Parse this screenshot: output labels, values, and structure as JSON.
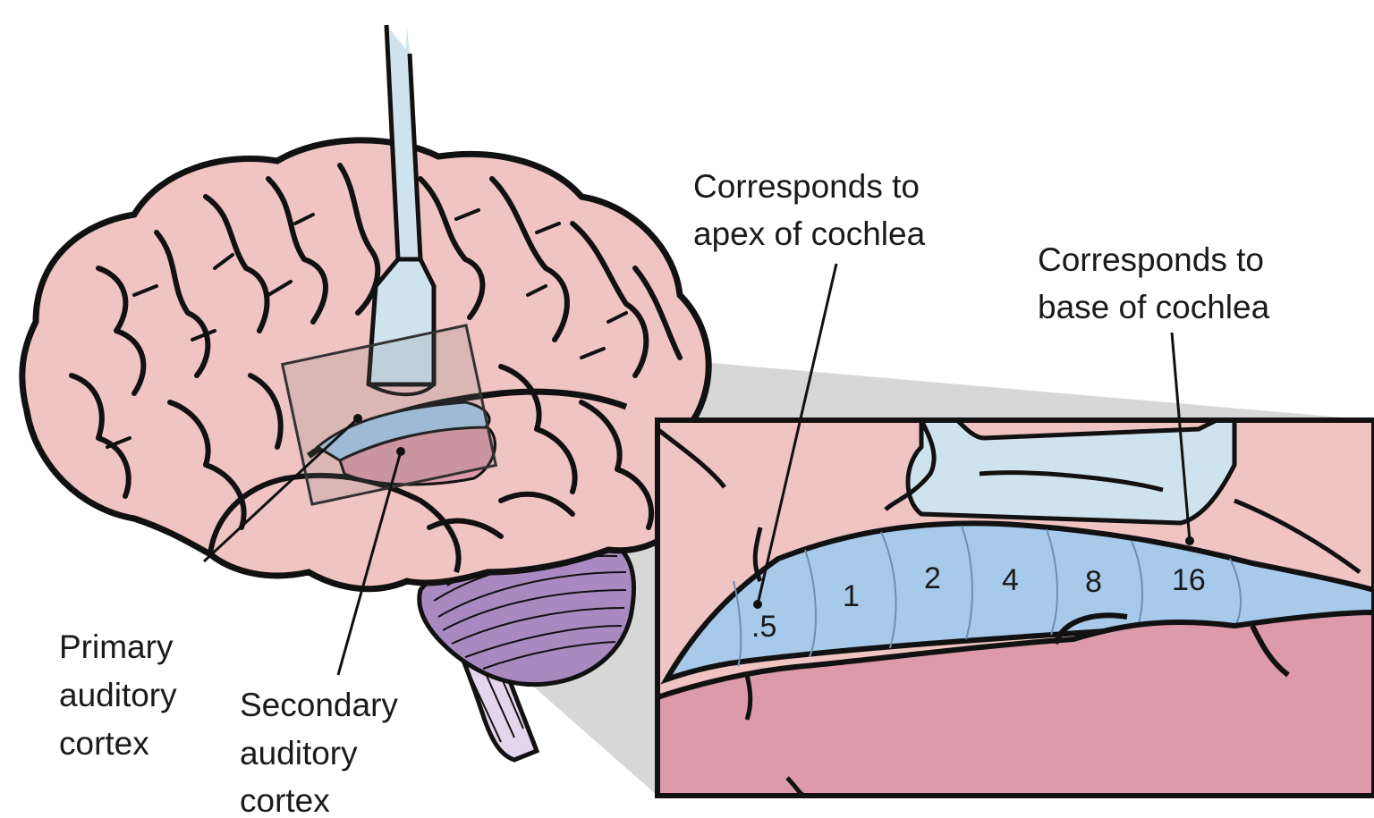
{
  "labels": {
    "primary": [
      "Primary",
      "auditory",
      "cortex"
    ],
    "secondary": [
      "Secondary",
      "auditory",
      "cortex"
    ],
    "apex": [
      "Corresponds to",
      "apex of cochlea"
    ],
    "base": [
      "Corresponds to",
      "base of cochlea"
    ]
  },
  "frequency_bands": [
    ".5",
    "1",
    "2",
    "4",
    "8",
    "16"
  ],
  "colors": {
    "brain_pink": "#efc4c2",
    "auditory_blue": "#a7c9ea",
    "auditory_pink": "#dc9aaa",
    "electrode_blue": "#cfe3ef",
    "cerebellum_purple": "#a98ac0",
    "brainstem_lilac": "#e3d5ec",
    "zoom_gray": "#c9c9c9",
    "outline": "#111111"
  },
  "icons": {
    "electrode": "recording-electrode-icon",
    "brain": "brain-icon"
  }
}
